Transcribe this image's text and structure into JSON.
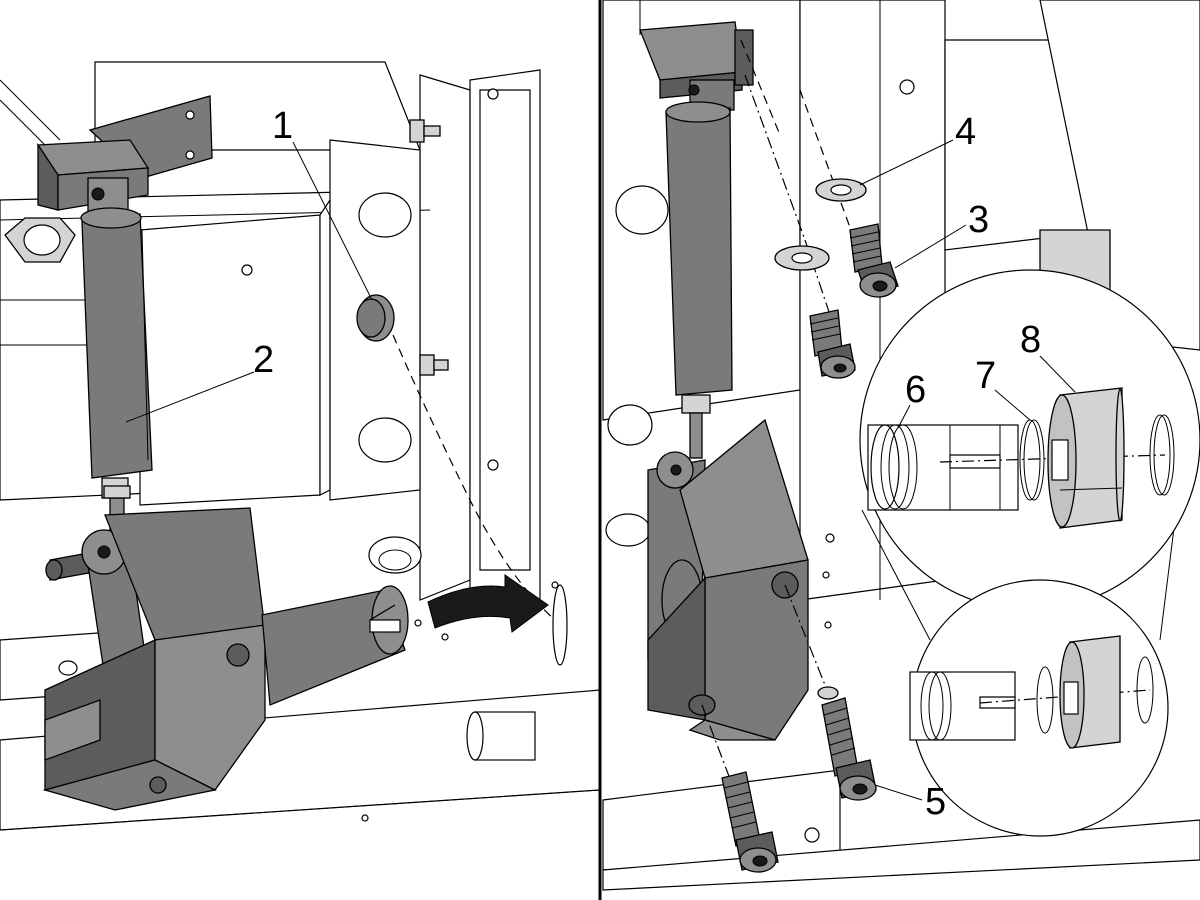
{
  "callouts": {
    "c1": "1",
    "c2": "2",
    "c3": "3",
    "c4": "4",
    "c5": "5",
    "c6": "6",
    "c7": "7",
    "c8": "8"
  },
  "colors": {
    "part_dark": "#5c5c5c",
    "part_mid": "#7a7a7a",
    "part_light": "#d4d4d4",
    "line": "#000000",
    "background": "#ffffff"
  },
  "icons": {
    "rotate_arrow": "curved-arrow-icon"
  }
}
